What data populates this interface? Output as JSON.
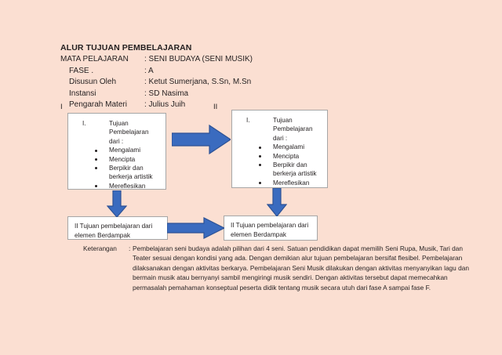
{
  "page": {
    "background_color": "#fbdfd2",
    "text_color": "#231f20",
    "accent_color": "#3a6bbf",
    "box_fill": "#ffffff",
    "box_border": "#a6a6a6"
  },
  "header": {
    "title": "ALUR TUJUAN PEMBELAJARAN",
    "rows": [
      {
        "label": "MATA PELAJARAN",
        "value": ": SENI BUDAYA (SENI MUSIK)"
      },
      {
        "label": "FASE .",
        "value": ": A"
      },
      {
        "label": "Disusun Oleh",
        "value": ": Ketut Sumerjana, S.Sn, M.Sn"
      },
      {
        "label": "Instansi",
        "value": ": SD Nasima"
      },
      {
        "label": "Pengarah Materi",
        "value": ": Julius Juih"
      }
    ]
  },
  "stages": {
    "numeral_one": "I",
    "numeral_two": "II"
  },
  "boxes": {
    "top_left": {
      "number": "I.",
      "heading": "Tujuan Pembelajaran dari :",
      "items": [
        "Mengalami",
        "Mencipta",
        "Berpikir dan berkerja artistik",
        "Mereflesikan"
      ]
    },
    "top_right": {
      "number": "I.",
      "heading": "Tujuan Pembelajaran dari :",
      "items": [
        "Mengalami",
        "Mencipta",
        "Berpikir dan berkerja artistik",
        "Mereflesikan"
      ]
    },
    "bottom_left": {
      "text": "II Tujuan pembelajaran dari elemen Berdampak"
    },
    "bottom_right": {
      "text": "II Tujuan pembelajaran dari elemen Berdampak"
    }
  },
  "arrows": {
    "top_right_arrow": "arrow-right",
    "bottom_right_arrow": "arrow-right",
    "left_down_arrow": "arrow-down",
    "right_down_arrow": "arrow-down"
  },
  "keterangan": {
    "label": "Keterangan",
    "colon": ":",
    "body": "Pembelajaran  seni budaya adalah pilihan dari 4 seni. Satuan pendidikan dapat memilih Seni Rupa, Musik, Tari dan Teater sesuai dengan kondisi yang ada. Dengan demikian alur tujuan pembelajaran bersifat flesibel. Pembelajaran  dilaksanakan dengan aktivitas berkarya. Pembelajaran Seni Musik  dilakukan dengan aktivitas menyanyikan lagu dan bermain musik  atau bernyanyi sambil mengiringi  musik sendiri. Dengan  aktivitas tersebut dapat memecahkan permasalah pemahaman konseptual peserta didik tentang musik  secara utuh   dari fase A sampai fase F."
  }
}
